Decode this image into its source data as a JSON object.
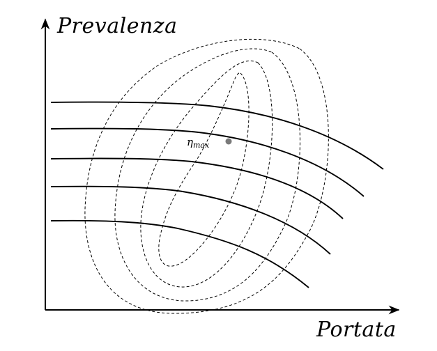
{
  "axes": {
    "y_label": "Prevalenza",
    "x_label": "Portata"
  },
  "annotation": {
    "symbol": "η",
    "subscript": "max"
  },
  "colors": {
    "curve": "#000000",
    "contour": "#000000",
    "point": "#7a7a7a"
  },
  "counts": {
    "head_curves": 5,
    "efficiency_contours": 4
  }
}
